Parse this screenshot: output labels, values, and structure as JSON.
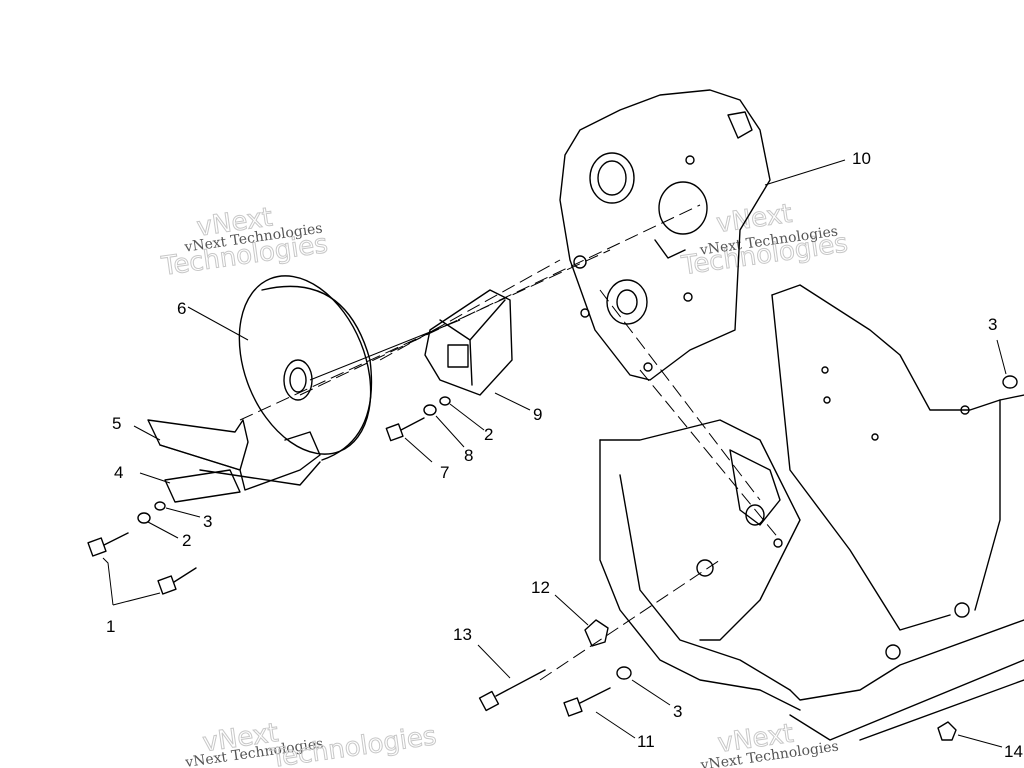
{
  "diagram": {
    "callouts": [
      "1",
      "2",
      "2",
      "3",
      "3",
      "3",
      "4",
      "5",
      "6",
      "7",
      "8",
      "9",
      "10",
      "11",
      "12",
      "13",
      "14"
    ],
    "watermark": {
      "logo_line1": "vNext",
      "logo_line2": "Technologies",
      "caption": "vNext Technologies"
    }
  }
}
